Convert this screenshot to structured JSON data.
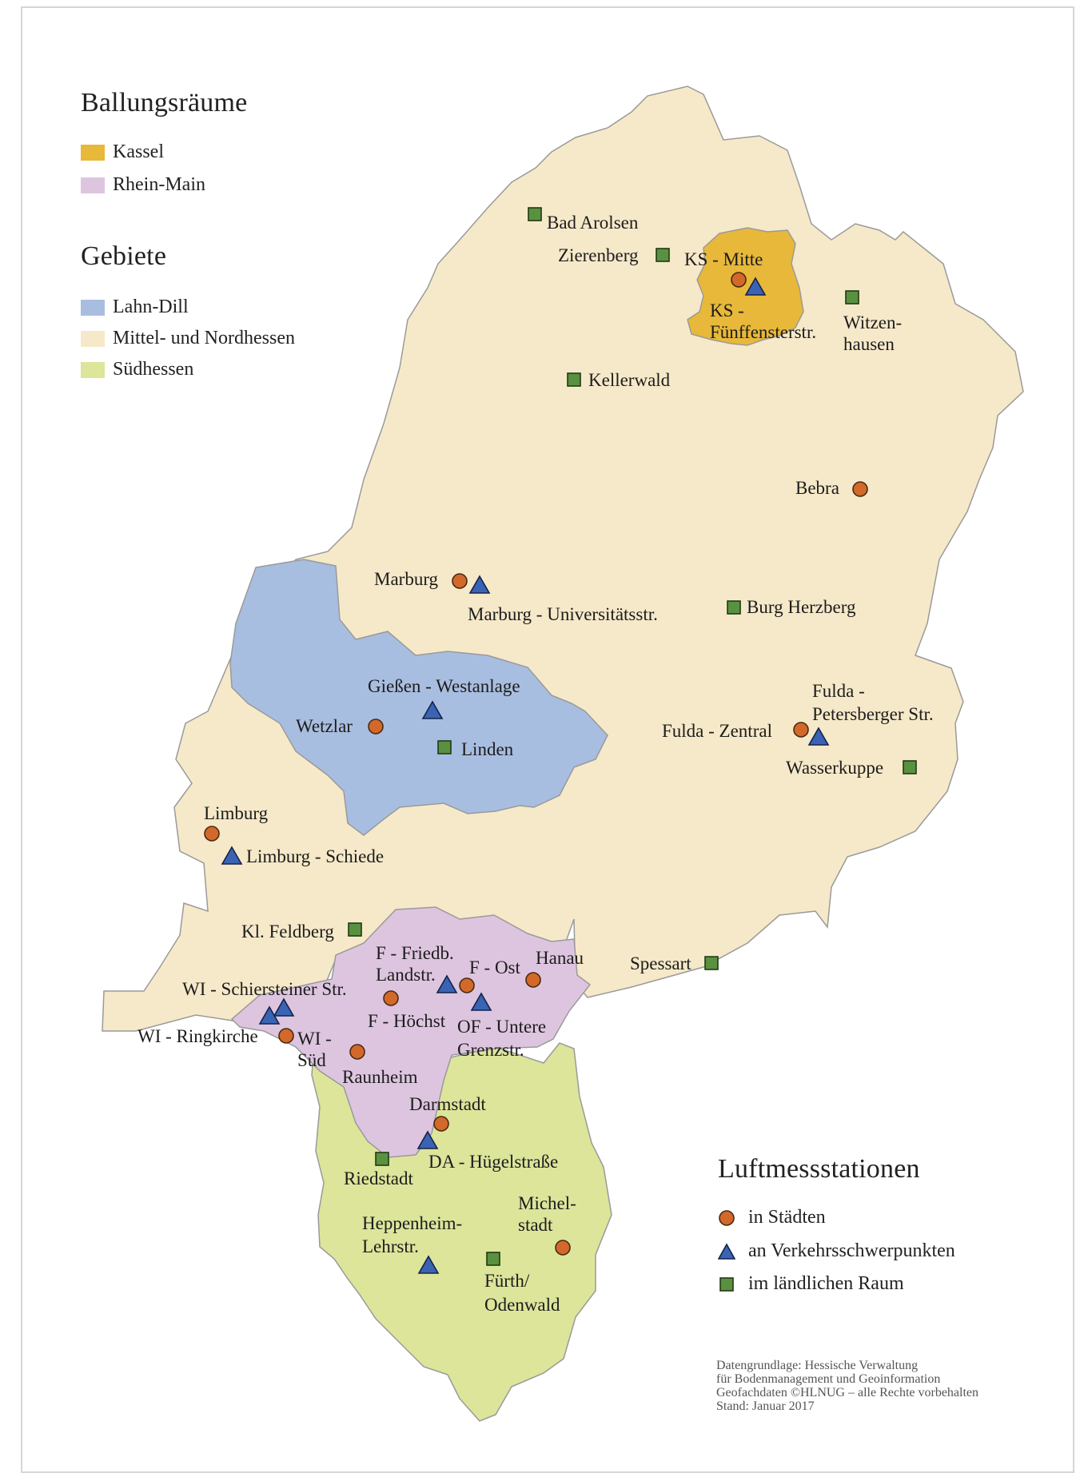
{
  "legend": {
    "agglomerations": {
      "title": "Ballungsräume",
      "items": [
        {
          "label": "Kassel",
          "color": "#e8b83a"
        },
        {
          "label": "Rhein-Main",
          "color": "#ddc5df"
        }
      ]
    },
    "areas": {
      "title": "Gebiete",
      "items": [
        {
          "label": "Lahn-Dill",
          "color": "#a8bee0"
        },
        {
          "label": "Mittel- und Nordhessen",
          "color": "#f6e9c9"
        },
        {
          "label": "Südhessen",
          "color": "#dce59a"
        }
      ]
    },
    "stations": {
      "title": "Luftmessstationen",
      "items": [
        {
          "label": "in Städten",
          "symbol": "circle",
          "color": "#d2692a"
        },
        {
          "label": "an Verkehrsschwerpunkten",
          "symbol": "triangle",
          "color": "#3a63b4"
        },
        {
          "label": "im ländlichen Raum",
          "symbol": "square",
          "color": "#5a9140"
        }
      ]
    }
  },
  "stations": {
    "bad_arolsen": "Bad Arolsen",
    "zierenberg": "Zierenberg",
    "ks_mitte": "KS - Mitte",
    "ks_fuenffenster_1": "KS -",
    "ks_fuenffenster_2": "Fünffensterstr.",
    "witzenhausen_1": "Witzen-",
    "witzenhausen_2": "hausen",
    "kellerwald": "Kellerwald",
    "bebra": "Bebra",
    "marburg": "Marburg",
    "marburg_uni": "Marburg - Universitätsstr.",
    "burg_herzberg": "Burg Herzberg",
    "giessen": "Gießen - Westanlage",
    "wetzlar": "Wetzlar",
    "linden": "Linden",
    "fulda_pb_1": "Fulda -",
    "fulda_pb_2": "Petersberger Str.",
    "fulda_zentral": "Fulda - Zentral",
    "wasserkuppe": "Wasserkuppe",
    "limburg": "Limburg",
    "limburg_schiede": "Limburg - Schiede",
    "kl_feldberg": "Kl. Feldberg",
    "f_friedb_1": "F - Friedb.",
    "f_friedb_2": "Landstr.",
    "f_ost": "F - Ost",
    "hanau": "Hanau",
    "spessart": "Spessart",
    "wi_schierstein": "WI - Schiersteiner Str.",
    "f_hoechst": "F - Höchst",
    "of_1": "OF - Untere",
    "of_2": "Grenzstr.",
    "wi_ringkirche": "WI - Ringkirche",
    "wi_sued_1": "WI -",
    "wi_sued_2": "Süd",
    "raunheim": "Raunheim",
    "darmstadt": "Darmstadt",
    "da_huegel": "DA - Hügelstraße",
    "riedstadt": "Riedstadt",
    "michelstadt_1": "Michel-",
    "michelstadt_2": "stadt",
    "heppenheim_1": "Heppenheim-",
    "heppenheim_2": "Lehrstr.",
    "fuerth_1": "Fürth/",
    "fuerth_2": "Odenwald"
  },
  "credits": [
    "Datengrundlage: Hessische Verwaltung",
    "für Bodenmanagement und Geoinformation",
    "Geofachdaten ©HLNUG – alle Rechte vorbehalten",
    "Stand: Januar 2017"
  ]
}
